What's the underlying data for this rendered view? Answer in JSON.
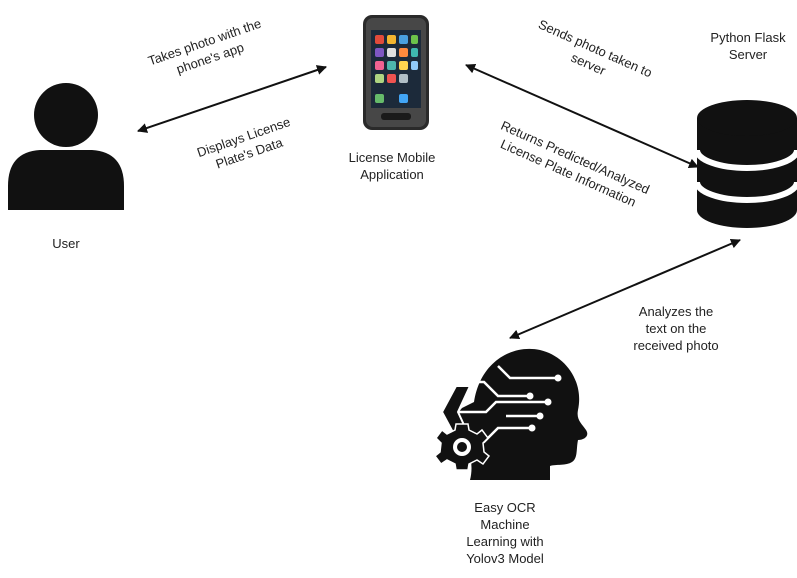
{
  "nodes": {
    "user": {
      "label": "User",
      "icon": "user-icon"
    },
    "mobile_app": {
      "label_lines": [
        "License Mobile",
        "Application"
      ],
      "icon": "smartphone-icon"
    },
    "server": {
      "label_lines": [
        "Python Flask",
        "Server"
      ],
      "icon": "database-icon"
    },
    "ocr": {
      "label_lines": [
        "Easy OCR",
        "Machine",
        "Learning with",
        "Yolov3 Model"
      ],
      "icon": "ai-head-gear-icon"
    }
  },
  "edges": {
    "user_to_app": {
      "label_lines": [
        "Takes photo with the",
        "phone's app"
      ]
    },
    "app_to_user": {
      "label_lines": [
        "Displays License",
        "Plate's Data"
      ]
    },
    "app_to_server": {
      "label_lines": [
        "Sends photo taken to",
        "server"
      ]
    },
    "server_to_app": {
      "label_lines": [
        "Returns Predicted/Analyzed",
        "License Plate Information"
      ]
    },
    "server_to_ocr": {
      "label_lines": [
        "Analyzes the",
        "text on the",
        "received photo"
      ]
    }
  },
  "colors": {
    "icon": "#111111",
    "text": "#222222",
    "phone_screen": "#1c2a3a",
    "phone_body": "#2a2a2a"
  }
}
